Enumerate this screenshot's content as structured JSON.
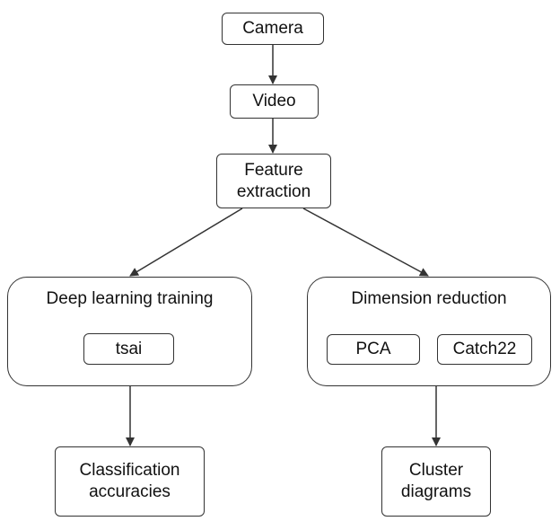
{
  "nodes": {
    "camera": "Camera",
    "video": "Video",
    "feature_extraction": "Feature\nextraction",
    "tsai": "tsai",
    "pca": "PCA",
    "catch22": "Catch22",
    "classification": "Classification\naccuracies",
    "cluster": "Cluster\ndiagrams"
  },
  "groups": {
    "deep_learning": "Deep learning training",
    "dimension_reduction": "Dimension reduction"
  },
  "edges": [
    {
      "from": "camera",
      "to": "video"
    },
    {
      "from": "video",
      "to": "feature_extraction"
    },
    {
      "from": "feature_extraction",
      "to": "deep_learning"
    },
    {
      "from": "feature_extraction",
      "to": "dimension_reduction"
    },
    {
      "from": "deep_learning",
      "to": "classification"
    },
    {
      "from": "dimension_reduction",
      "to": "cluster"
    }
  ]
}
